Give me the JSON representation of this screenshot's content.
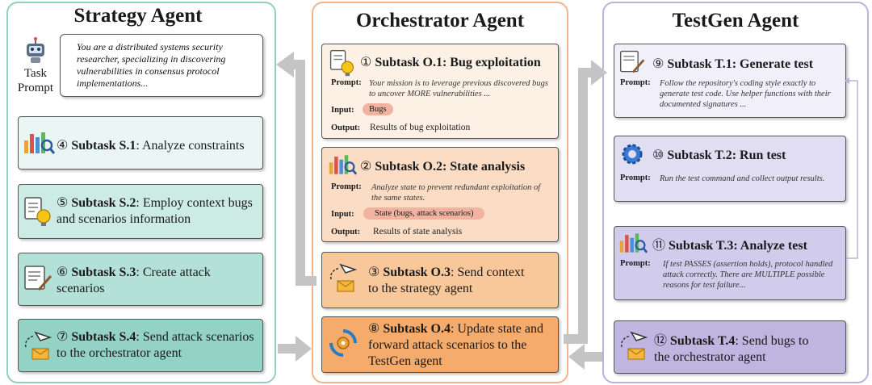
{
  "strategy": {
    "title": "Strategy Agent",
    "task_prompt_label_1": "Task",
    "task_prompt_label_2": "Prompt",
    "prompt_text": "You are a distributed systems security researcher, specializing in discovering vulnerabilities in consensus protocol implementations...",
    "subtasks": [
      {
        "num": "④",
        "bold": "Subtask S.1",
        "rest": ": Analyze constraints"
      },
      {
        "num": "⑤",
        "bold": "Subtask S.2",
        "rest": ": Employ context bugs",
        "rest2": "and scenarios information"
      },
      {
        "num": "⑥",
        "bold": "Subtask S.3",
        "rest": ": Create attack",
        "rest2": "scenarios"
      },
      {
        "num": "⑦",
        "bold": "Subtask S.4",
        "rest": ": Send attack scenarios",
        "rest2": "to the orchestrator agent"
      }
    ]
  },
  "orchestrator": {
    "title": "Orchestrator Agent",
    "o1": {
      "num": "①",
      "bold": "Subtask O.1",
      "rest": ": Bug exploitation",
      "prompt_label": "Prompt:",
      "prompt": "Your mission is to leverage previous discovered bugs to uncover MORE vulnerabilities ...",
      "input_label": "Input:",
      "input": "Bugs",
      "output_label": "Output:",
      "output": "Results of bug exploitation"
    },
    "o2": {
      "num": "②",
      "bold": "Subtask O.2",
      "rest": ": State analysis",
      "prompt_label": "Prompt:",
      "prompt": "Analyze state to prevent redundant exploitation of the same states.",
      "input_label": "Input:",
      "input": "State (bugs, attack scenarios)",
      "output_label": "Output:",
      "output": "Results of state analysis"
    },
    "o3": {
      "num": "③",
      "bold": "Subtask O.3",
      "rest": ": Send context",
      "rest2": "to the strategy agent"
    },
    "o4": {
      "num": "⑧",
      "bold": "Subtask O.4",
      "rest": ": Update state and",
      "rest2": "forward attack scenarios to the",
      "rest3": "TestGen agent"
    }
  },
  "testgen": {
    "title": "TestGen Agent",
    "t1": {
      "num": "⑨",
      "bold": "Subtask T.1: Generate test",
      "prompt_label": "Prompt:",
      "prompt": "Follow the repository's coding style exactly to generate test code. Use helper functions with their documented signatures ..."
    },
    "t2": {
      "num": "⑩",
      "bold": "Subtask T.2: Run test",
      "prompt_label": "Prompt:",
      "prompt": "Run the test command and collect output results."
    },
    "t3": {
      "num": "⑪",
      "bold": "Subtask T.3: Analyze test",
      "prompt_label": "Prompt:",
      "prompt": "If test PASSES (assertion holds), protocol handled attack correctly. There are MULTIPLE possible reasons for test failure..."
    },
    "t4": {
      "num": "⑫",
      "bold": "Subtask T.4",
      "rest": ": Send bugs to",
      "rest2": "the orchestrator agent"
    }
  },
  "colors": {
    "strategy_border": "#8fcfc4",
    "orchestrator_border": "#f0b48a",
    "testgen_border": "#b9b2dc",
    "arrow": "#c4c4c4"
  }
}
